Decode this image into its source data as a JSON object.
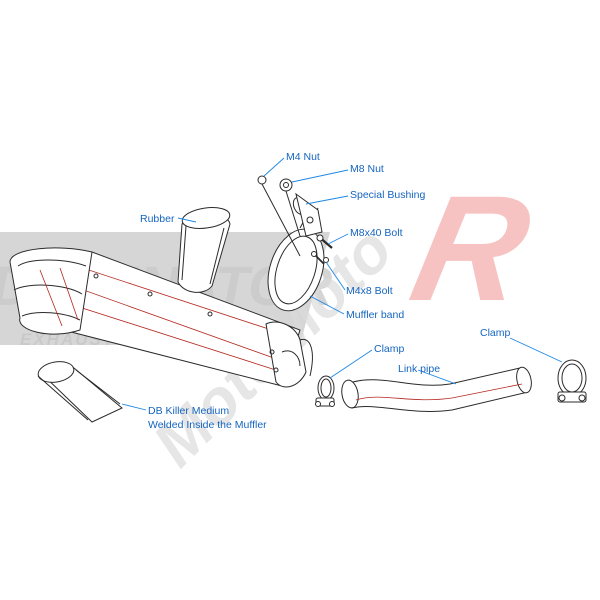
{
  "colors": {
    "label": "#1565c0",
    "leader": "#1e88e5",
    "line": "#2b2b2b",
    "accent_line": "#b3261e",
    "watermark_red": "#e53935",
    "watermark_gray": "#b0b0b0"
  },
  "watermark": {
    "brand_top": "DOMINATOR",
    "brand_sub": "EXHAUST SYSTEM",
    "brand_diag": "MotoMoto",
    "brand_letter": "R"
  },
  "labels": {
    "m4_nut": "M4 Nut",
    "m8_nut": "M8 Nut",
    "special_bushing": "Special Bushing",
    "m8x40_bolt": "M8x40 Bolt",
    "m4x8_bolt": "M4x8 Bolt",
    "muffler_band": "Muffler band",
    "rubber": "Rubber",
    "clamp_right": "Clamp",
    "clamp_mid": "Clamp",
    "link_pipe": "Link pipe",
    "db_killer_line1": "DB Killer Medium",
    "db_killer_line2": "Welded Inside the Muffler"
  }
}
